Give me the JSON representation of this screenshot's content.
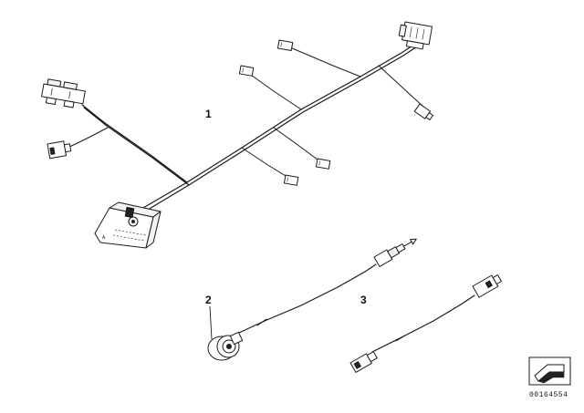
{
  "labels": {
    "part_1": "1",
    "part_2": "2",
    "part_3": "3"
  },
  "diagram_number": "00164554",
  "icons": {
    "arrow_box": "arrow-box-icon"
  },
  "colors": {
    "line": "#1a1a1a",
    "background": "#ffffff"
  }
}
